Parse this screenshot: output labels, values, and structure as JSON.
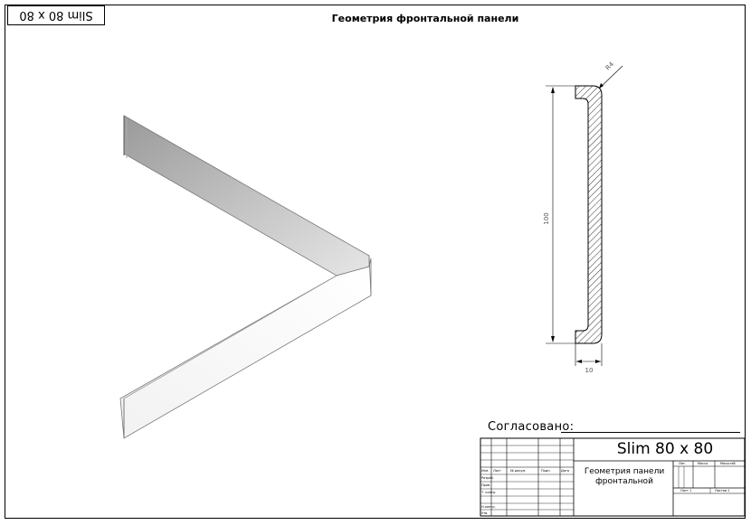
{
  "sheet": {
    "code": "Slim 80 x 80",
    "title": "Геометрия фронтальной панели"
  },
  "drawing": {
    "dim_height": "100",
    "dim_width": "10",
    "dim_radius": "R4"
  },
  "stamp": {
    "agreed_label": "Согласовано:",
    "name": "Slim 80 x 80",
    "description": "Геометрия панели фронтальной",
    "cols": [
      "Изм.",
      "Лист",
      "№ докум.",
      "Подп.",
      "Дата"
    ],
    "rows": [
      "Разраб.",
      "Пров.",
      "Т. контр.",
      "Н.контр.",
      "Утв."
    ],
    "lit_label": "Лит.",
    "mass_label": "Масса",
    "scale_label": "Масштаб",
    "sheet_label": "Лист 1",
    "sheets_label": "Листов 1"
  }
}
